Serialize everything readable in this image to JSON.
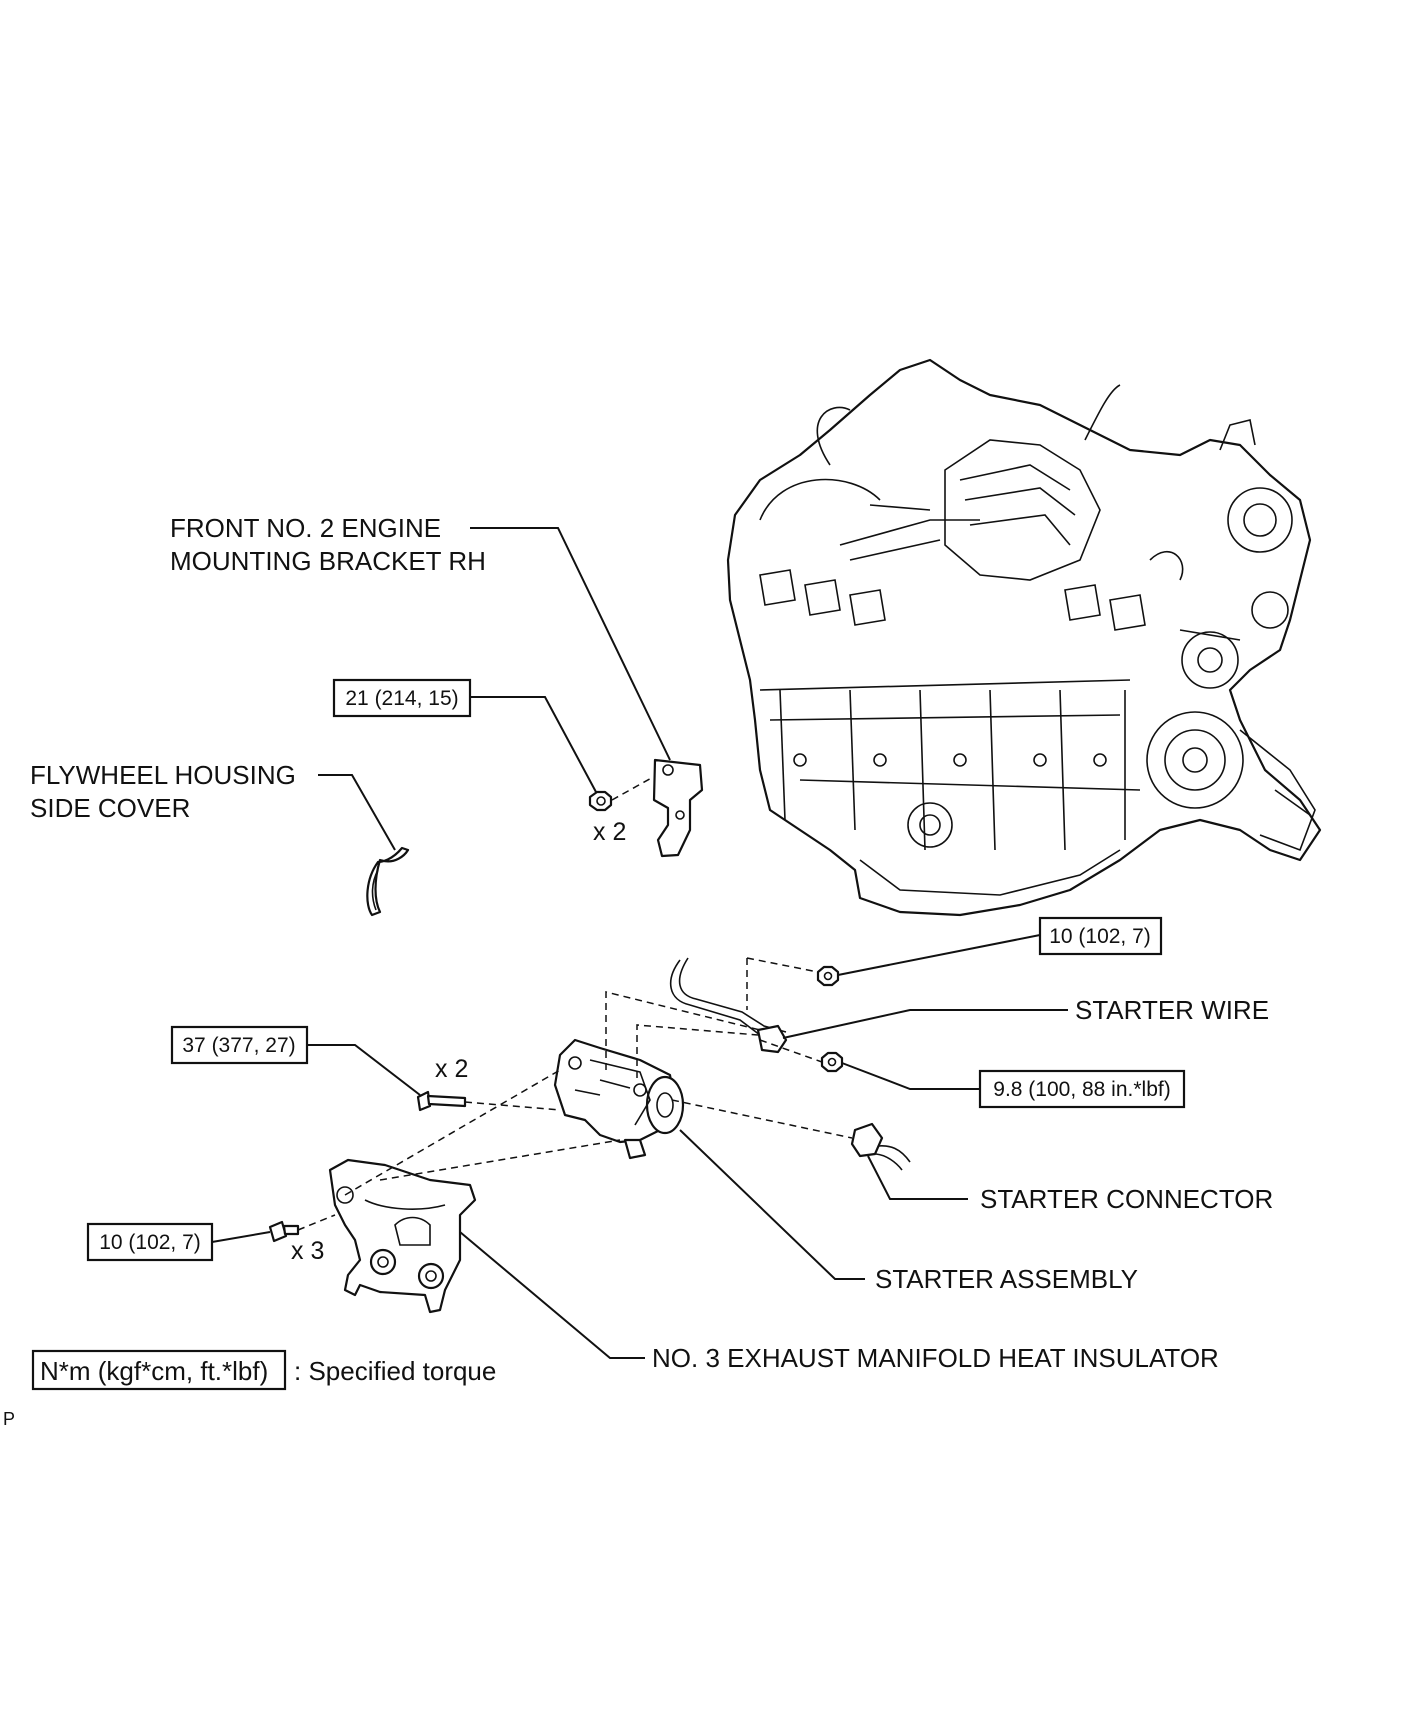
{
  "labels": {
    "bracket_line1": "FRONT NO. 2 ENGINE",
    "bracket_line2": "MOUNTING BRACKET RH",
    "side_cover_line1": "FLYWHEEL HOUSING",
    "side_cover_line2": "SIDE COVER",
    "starter_wire": "STARTER WIRE",
    "starter_connector": "STARTER CONNECTOR",
    "starter_assembly": "STARTER ASSEMBLY",
    "heat_insulator": "NO. 3 EXHAUST MANIFOLD HEAT INSULATOR"
  },
  "torques": {
    "bracket_nut": "21 (214, 15)",
    "wire_nut_upper": "10 (102, 7)",
    "wire_nut_lower": "9.8 (100, 88 in.*lbf)",
    "starter_bolt": "37 (377, 27)",
    "insulator_bolt": "10 (102, 7)"
  },
  "quantities": {
    "bracket_nut": "x 2",
    "starter_bolt": "x 2",
    "insulator_bolt": "x 3"
  },
  "legend": {
    "unit": "N*m (kgf*cm, ft.*lbf)",
    "description": ": Specified torque"
  },
  "corner_code": "P"
}
